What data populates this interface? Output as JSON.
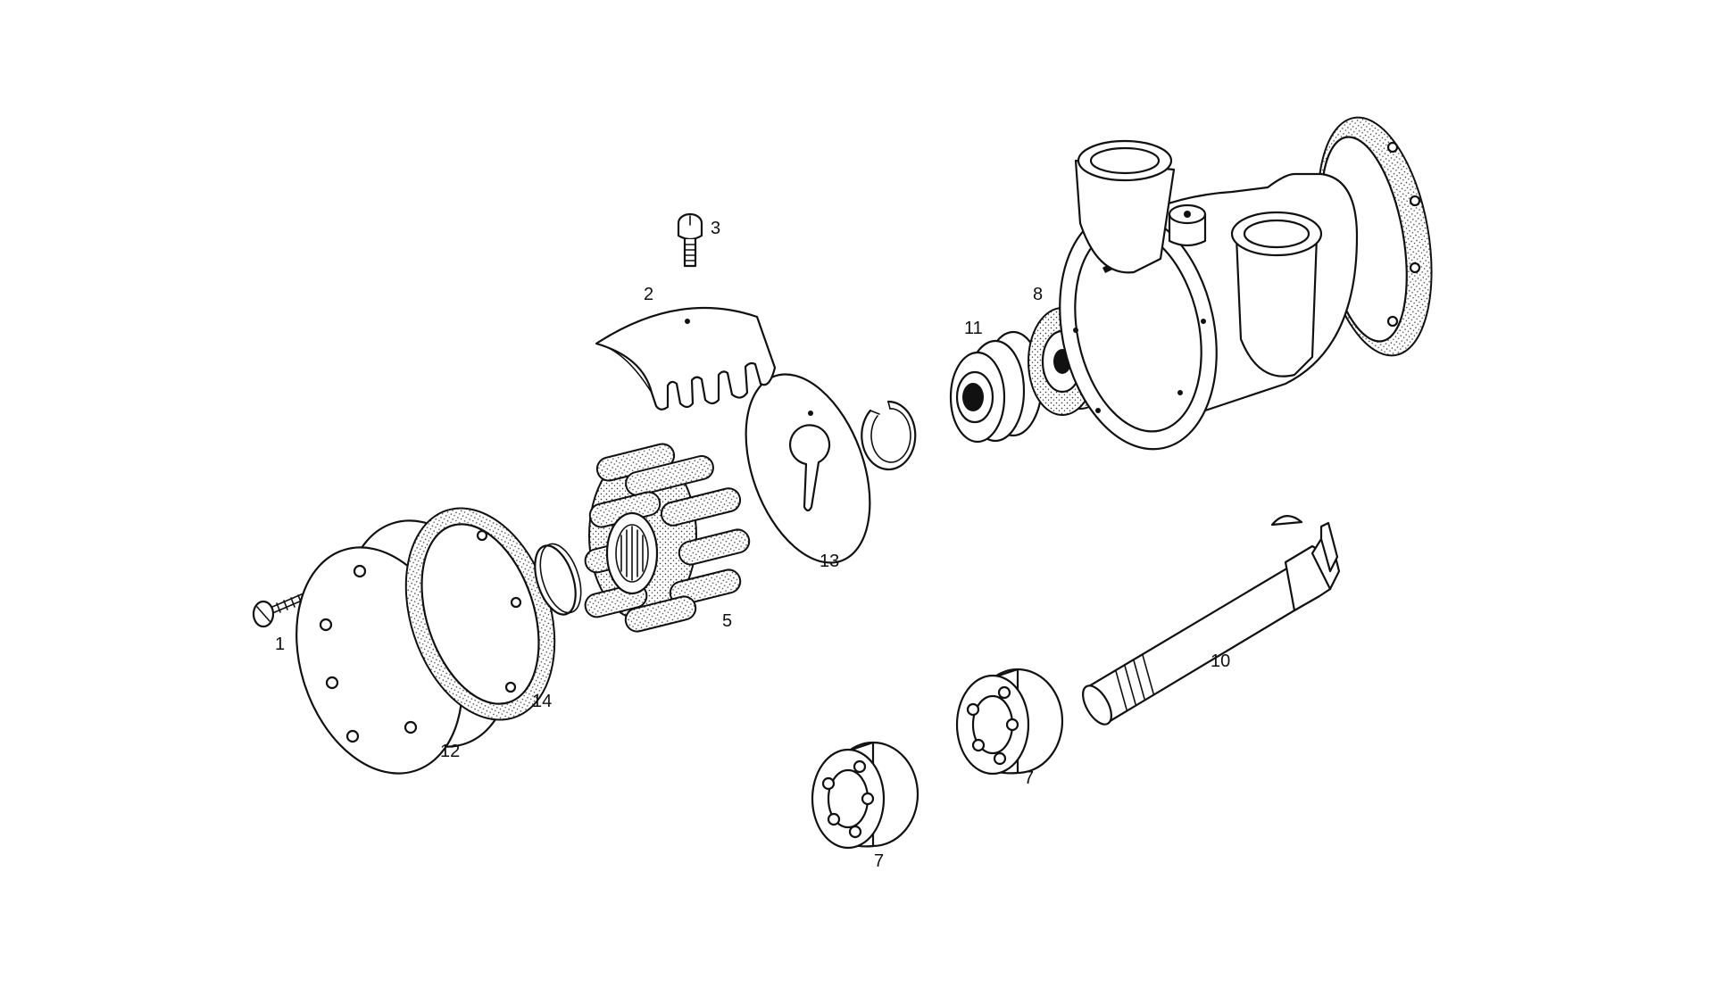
{
  "labels": {
    "p1": "1",
    "p2": "2",
    "p3": "3",
    "p5": "5",
    "p7a": "7",
    "p7b": "7",
    "p8": "8",
    "p10": "10",
    "p11": "11",
    "p12": "12",
    "p13": "13",
    "p14": "14"
  },
  "colors": {
    "line": "#111111",
    "background": "#ffffff"
  }
}
